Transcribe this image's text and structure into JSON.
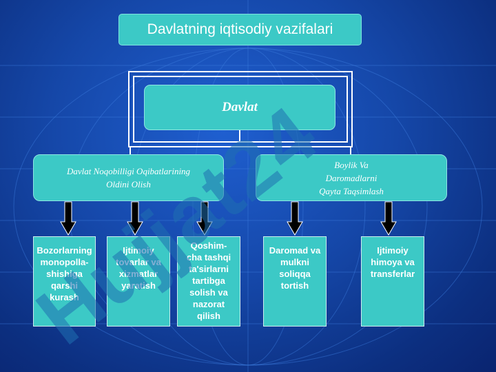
{
  "title": "Davlatning iqtisodiy vazifalari",
  "root": "Davlat",
  "branches": {
    "left": "Davlat Noqobilligi Oqibatlarining\nOldini Olish",
    "right": "Boylik Va\nDaromadlarni\nQayta Taqsimlash"
  },
  "leaves": [
    "Bozorlarning\nmonopolla-\nshishiga\nqarshi\nkurash",
    "Ijtimoiy\ntovarlar va\nxizmatlar\nyaratish",
    "Qoshim-\ncha tashqi\nta'sirlarni\ntartibga\nsolish va\nnazorat\nqilish",
    "Daromad va\nmulkni\nsoliqqa\ntortish",
    "Ijtimoiy\nhimoya va\ntransferlar"
  ],
  "watermark": "Hujjat24",
  "colors": {
    "box": "#3cc9c6",
    "background": "#1547a8",
    "watermark": "#1f6fb0"
  }
}
